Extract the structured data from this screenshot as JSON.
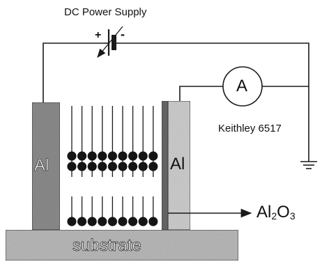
{
  "labels": {
    "power_supply": "DC Power Supply",
    "plus": "+",
    "minus": "-",
    "ammeter": "A",
    "instrument": "Keithley 6517",
    "electrode_left": "Al",
    "electrode_right": "Al",
    "oxide_base": "Al",
    "oxide_sub2": "2",
    "oxide_O": "O",
    "oxide_sub3": "3",
    "substrate": "substrate"
  },
  "colors": {
    "wire": "#1a1a1a",
    "electrode": "#9a9a9a",
    "electrode_dark": "#5e5e5e",
    "oxide": "#cfcfcf",
    "substrate": "#bdbdbd",
    "molecule_head": "#151515"
  },
  "molecule_rows": 4,
  "molecule_columns": 9
}
